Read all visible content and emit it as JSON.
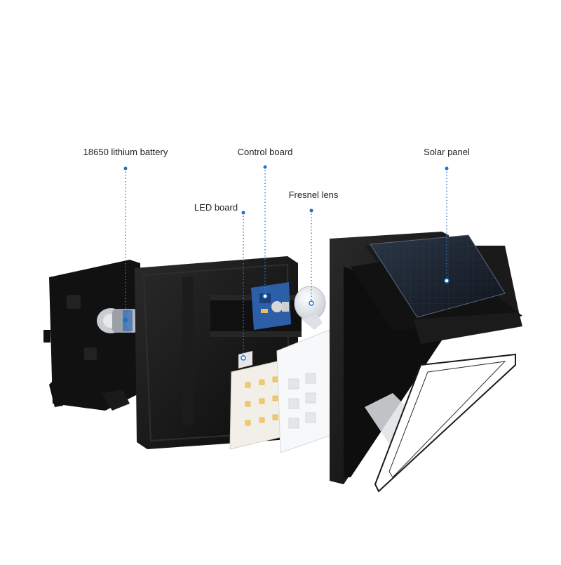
{
  "labels": {
    "battery": "18650 lithium battery",
    "control_board": "Control board",
    "led_board": "LED board",
    "fresnel_lens": "Fresnel lens",
    "solar_panel": "Solar panel"
  },
  "colors": {
    "leader": "#2a7fd0",
    "housing": "#151515",
    "solar_cell": "#1c2430",
    "pcb_blue": "#2d5fa8",
    "led_board": "#f2efe9",
    "lens_cover": "#f6f8fa"
  }
}
